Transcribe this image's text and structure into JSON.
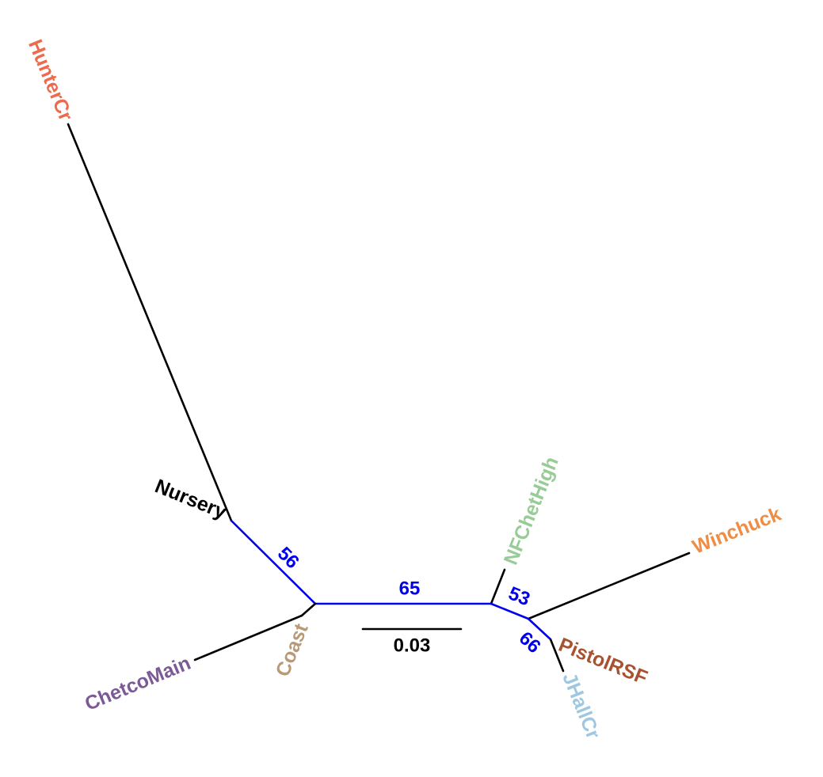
{
  "colors": {
    "branch_default": "#000000",
    "branch_supported": "#0000ee",
    "bootstrap_text": "#0000ee",
    "scale_bar": "#000000"
  },
  "taxa": [
    {
      "id": "huntercr",
      "label": "HunterCr",
      "color": "#ee6a4d"
    },
    {
      "id": "nursery",
      "label": "Nursery",
      "color": "#000000"
    },
    {
      "id": "chetcomain",
      "label": "ChetcoMain",
      "color": "#7b5a96"
    },
    {
      "id": "coast",
      "label": "Coast",
      "color": "#b89a78"
    },
    {
      "id": "nfchethigh",
      "label": "NFChetHigh",
      "color": "#98cc96"
    },
    {
      "id": "winchuck",
      "label": "Winchuck",
      "color": "#ee8e46"
    },
    {
      "id": "pistolrsf",
      "label": "PistolRSF",
      "color": "#a8522f"
    },
    {
      "id": "jhallcr",
      "label": "JHallCr",
      "color": "#9ec8e0"
    }
  ],
  "bootstrap": [
    {
      "id": "b56",
      "value": "56"
    },
    {
      "id": "b65",
      "value": "65"
    },
    {
      "id": "b53",
      "value": "53"
    },
    {
      "id": "b66",
      "value": "66"
    }
  ],
  "scale_bar": {
    "label": "0.03"
  }
}
